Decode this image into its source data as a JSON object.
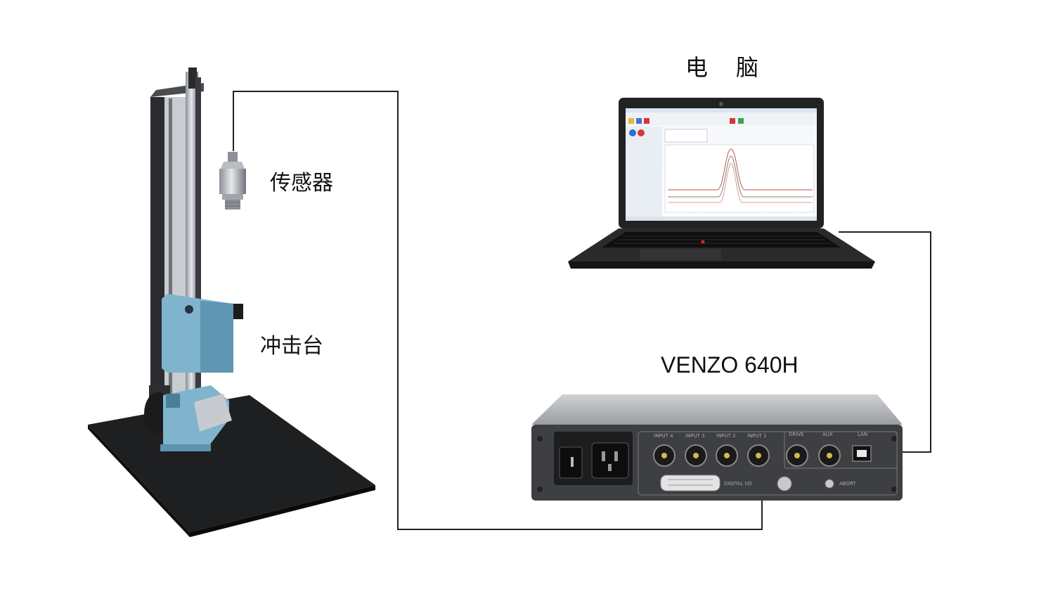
{
  "labels": {
    "computer": "电　脑",
    "sensor": "传感器",
    "impact_table": "冲击台",
    "device": "VENZO 640H"
  },
  "panel_labels": {
    "input4": "INPUT 4",
    "input3": "INPUT 3",
    "input2": "INPUT 2",
    "input1": "INPUT 1",
    "drive": "DRIVE",
    "aux": "AUX",
    "lan": "LAN",
    "digital_io": "DIGITAL I/O",
    "abort": "ABORT"
  },
  "colors": {
    "wire": "#222222",
    "table_blue": "#7fb4cc",
    "device_body": "#3d3f43",
    "laptop_body": "#2a2a2a",
    "connector_gold": "#d4b84a"
  }
}
